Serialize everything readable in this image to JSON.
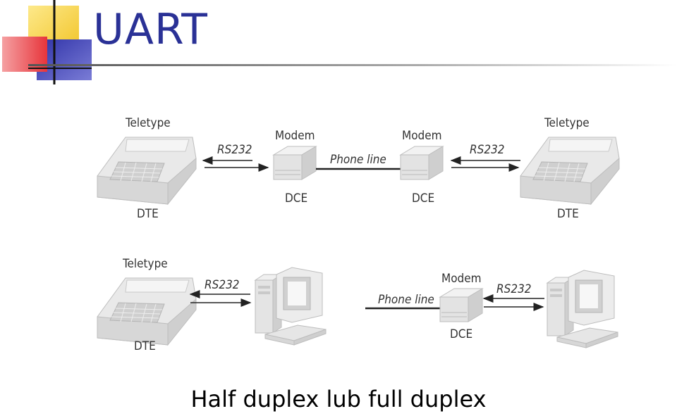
{
  "slide": {
    "title": "UART",
    "caption": "Half duplex lub full duplex"
  },
  "diagram": {
    "top_row": {
      "left_device": {
        "name": "Teletype",
        "role": "DTE"
      },
      "left_link": "RS232",
      "left_modem": {
        "name": "Modem",
        "role": "DCE"
      },
      "middle_link": "Phone line",
      "right_modem": {
        "name": "Modem",
        "role": "DCE"
      },
      "right_link": "RS232",
      "right_device": {
        "name": "Teletype",
        "role": "DTE"
      }
    },
    "bottom_left": {
      "device": {
        "name": "Teletype",
        "role": "DTE"
      },
      "link": "RS232"
    },
    "bottom_right": {
      "phone_link": "Phone line",
      "modem": {
        "name": "Modem",
        "role": "DCE"
      },
      "link": "RS232"
    }
  },
  "colors": {
    "title": "#2a3196",
    "logo_yellow": "#f7d23e",
    "logo_red": "#e7353b",
    "logo_blue": "#3d3fb1"
  }
}
